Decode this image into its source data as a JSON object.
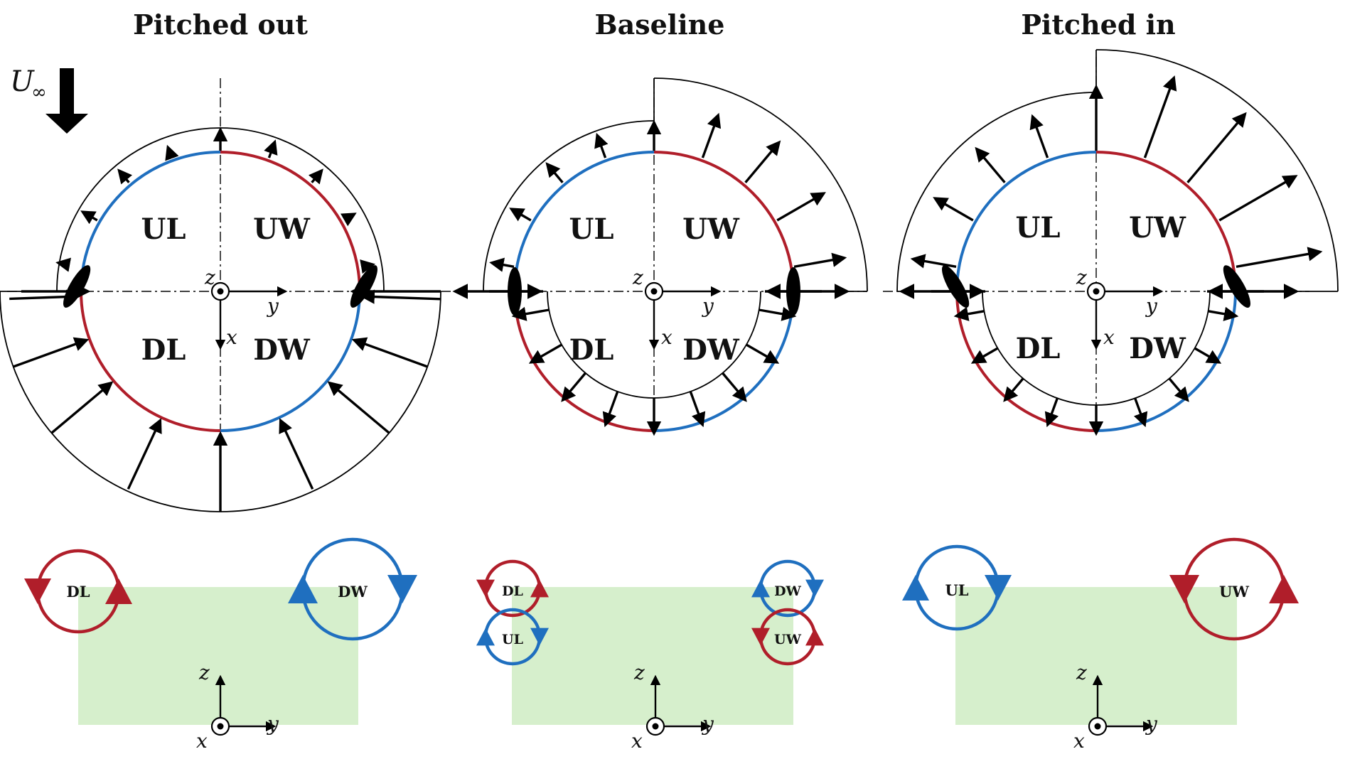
{
  "panels": [
    {
      "title": "Pitched out",
      "quadrants": [
        "UL",
        "UW",
        "DL",
        "DW"
      ],
      "vortices": [
        "DL",
        "DW"
      ]
    },
    {
      "title": "Baseline",
      "quadrants": [
        "UL",
        "UW",
        "DL",
        "DW"
      ],
      "vortices": [
        "DL",
        "UL",
        "DW",
        "UW"
      ]
    },
    {
      "title": "Pitched in",
      "quadrants": [
        "UL",
        "UW",
        "DL",
        "DW"
      ],
      "vortices": [
        "UL",
        "UW"
      ]
    }
  ],
  "freestream_label": "U",
  "freestream_subscript": "∞",
  "axes": {
    "x": "x",
    "y": "y",
    "z": "z"
  },
  "colors": {
    "blue": "#1f6fbf",
    "red": "#b01e2a",
    "green_fill": "#d6efcc",
    "black": "#000000"
  }
}
